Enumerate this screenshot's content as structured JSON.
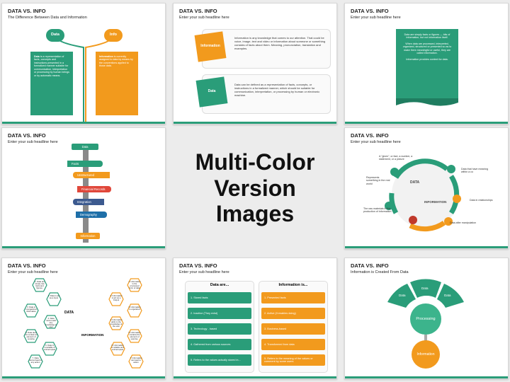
{
  "center": {
    "line1": "Multi-Color",
    "line2": "Version Images"
  },
  "slides": {
    "s1": {
      "title": "DATA VS. INFO",
      "subtitle": "The Difference Between Data and Information",
      "data_tag": "Data",
      "info_tag": "Info",
      "data_text_bold": "Data",
      "data_text": " is a representation of facts, concepts and instructions presented in a formalized manner suitable for communication, interpretation or processing by human beings or by automatic means.",
      "info_text_bold": "Information",
      "info_text": " is currently assigned to data by means by the conventions applied to those data."
    },
    "s2": {
      "title": "DATA VS. INFO",
      "subtitle": "Enter your sub headline here",
      "card1_label": "Information",
      "card1_text": "Information is any knowledge that comes to our attention. That could be voice, image, text and video or information about someone or something consists of facts about them. Meaning, pronunciation, translation and examples.",
      "card2_label": "Data",
      "card2_text": "Data can be defined as a representation of facts, concepts, or instructions in a formalized manner, which should be suitable for communication, interpretation, or processing by human or electronic machine."
    },
    "s3": {
      "title": "DATA VS. INFO",
      "subtitle": "Enter your sub headline here",
      "lines": [
        "Data are simply facts or figures — bits of information, but not information itself.",
        "When data are processed, interpreted, organized, structured or presented so as to make them meaningful or useful, they are called information.",
        "Information provides context for data."
      ]
    },
    "s4": {
      "title": "DATA VS. INFO",
      "subtitle": "Enter your sub headline here",
      "signs": [
        "Data",
        "Facts",
        "Unstructured",
        "Financial Records",
        "Integration",
        "Demography",
        "Information"
      ],
      "colors": {
        "teal": "#2a9d79",
        "orange": "#f29a1d"
      }
    },
    "s6": {
      "title": "DATA VS. INFO",
      "subtitle": "Enter your sub headline here",
      "data_label": "DATA",
      "info_label": "INFORMATION",
      "notes": [
        "A \"given\", or fact; a number, a statement, or a picture",
        "Data that have meaning within a co",
        "Represents something in the real world",
        "Data in relationships",
        "The raw materials in the production of information",
        "Data after manipulation"
      ]
    },
    "s7": {
      "title": "DATA VS. INFO",
      "subtitle": "Enter your sub headline here",
      "data_word": "DATA",
      "info_word": "INFORMATION",
      "data_hex": [
        "1. Data are simply raw facts and figures.",
        "2. Data is act as a input",
        "3. Data is unorganized information",
        "4. Data cannot add any knowledge to user",
        "5. Data does not contain an element of surprise",
        "6. Data is unreliable & uninterrupted",
        "7. Data cannot lead to any action"
      ],
      "info_hex": [
        "1. Information is the processed form of data",
        "2. Information is act as a Output",
        "3. Information is organized",
        "4. Information adds to the knowledge of the user",
        "5. Information contains the element of surprise.",
        "6. Information is reliable and uninterrupted",
        "7. Information can lead to action"
      ]
    },
    "s8": {
      "title": "DATA VS. INFO",
      "subtitle": "Enter your sub headline here",
      "col1_head": "Data are...",
      "col2_head": "Information is...",
      "col1": [
        "1. Stored facts",
        "2. Inactive (They exist)",
        "3. Technology - based",
        "4. Gathered from various sources",
        "5. Refers to the values actually stored in..."
      ],
      "col2": [
        "1. Presented facts",
        "2. Active (It enables doing)",
        "3. Business-based",
        "4. Transformed from data",
        "5. Refers to the meaning of the values or comment by some users"
      ]
    },
    "s9": {
      "title": "DATA VS. INFO",
      "subtitle": "Information is Created From Data",
      "arcs": [
        "Data",
        "Data",
        "Data"
      ],
      "processing": "Processing",
      "information": "Information"
    }
  }
}
